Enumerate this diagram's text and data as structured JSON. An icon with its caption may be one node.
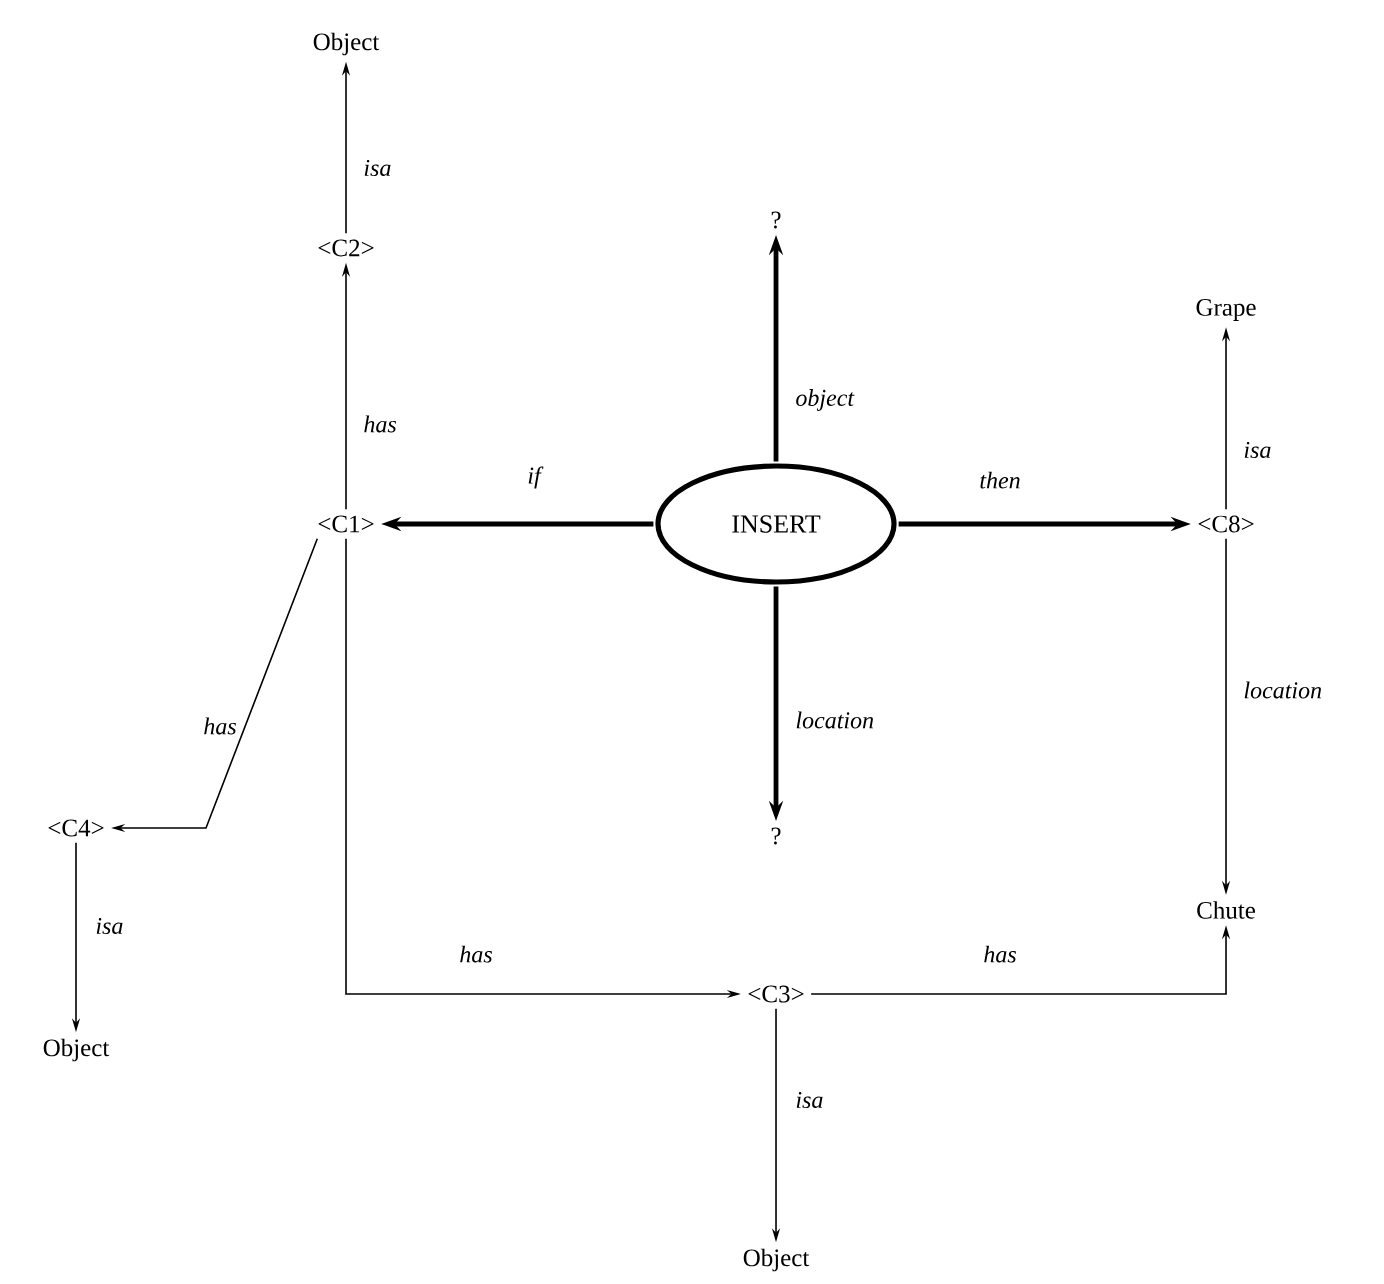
{
  "diagram": {
    "nodes": [
      {
        "text": [
          "Object"
        ]
      },
      {
        "text": [
          "<C2>"
        ]
      },
      {
        "text": [
          "?"
        ]
      },
      {
        "text": [
          "Grape"
        ]
      },
      {
        "text": [
          "<C1>"
        ]
      },
      {
        "text": [
          "INSERT"
        ]
      },
      {
        "text": [
          "<C8>"
        ]
      },
      {
        "text": [
          "<C4>"
        ]
      },
      {
        "text": [
          "?"
        ]
      },
      {
        "text": [
          "Chute"
        ]
      },
      {
        "text": [
          "Object"
        ]
      },
      {
        "text": [
          "<C3>"
        ]
      },
      {
        "text": [
          "Object"
        ]
      }
    ],
    "edges": [
      {
        "from": 1,
        "to": 0,
        "arrow": "to",
        "label": "isa"
      },
      {
        "from": 4,
        "to": 1,
        "arrow": "to",
        "label": "has"
      },
      {
        "from": 5,
        "to": 2,
        "arrow": "to",
        "label": "object",
        "style": "thick"
      },
      {
        "from": 5,
        "to": 4,
        "arrow": "to",
        "label": "if",
        "style": "thick"
      },
      {
        "from": 5,
        "to": 6,
        "arrow": "to",
        "label": "then",
        "style": "thick"
      },
      {
        "from": 6,
        "to": 3,
        "arrow": "to",
        "label": "isa"
      },
      {
        "from": 6,
        "to": 9,
        "arrow": "to",
        "label": "location"
      },
      {
        "from": 4,
        "to": 7,
        "arrow": "to",
        "label": "has"
      },
      {
        "from": 5,
        "to": 8,
        "arrow": "to",
        "label": "location",
        "style": "thick"
      },
      {
        "from": 7,
        "to": 10,
        "arrow": "to",
        "label": "isa"
      },
      {
        "from": 4,
        "to": 11,
        "arrow": "to",
        "label": "has"
      },
      {
        "from": 11,
        "to": 9,
        "arrow": "to",
        "label": "has"
      },
      {
        "from": 11,
        "to": 12,
        "arrow": "to",
        "label": "isa"
      }
    ]
  }
}
